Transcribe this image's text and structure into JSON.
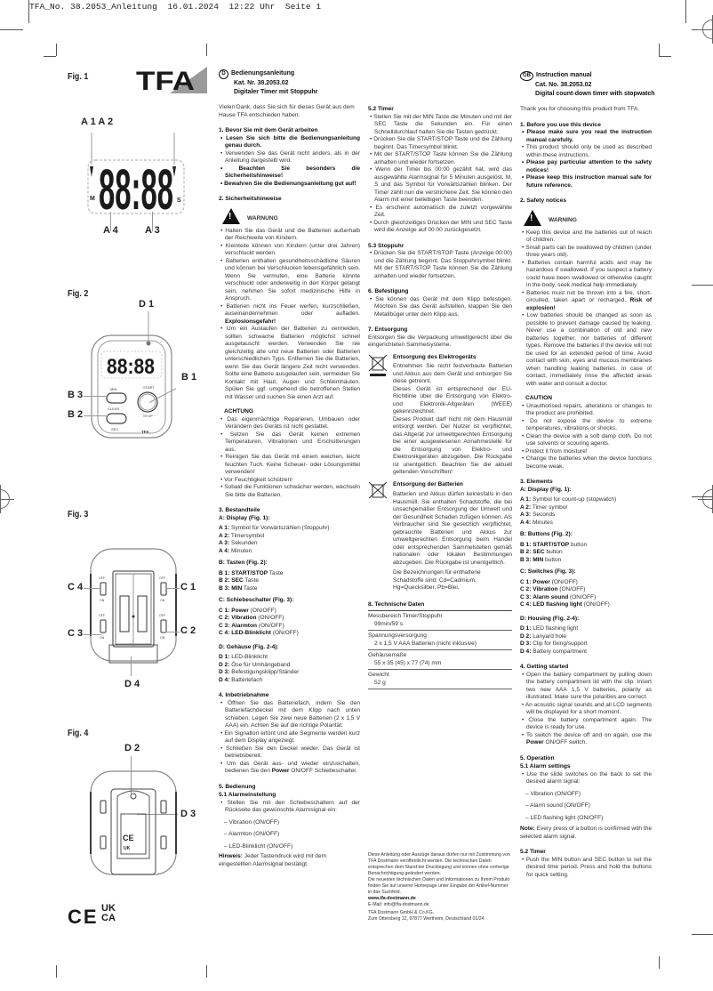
{
  "slug": "TFA_No. 38.2053_Anleitung  16.01.2024  12:22 Uhr  Seite 1",
  "figures": {
    "fig1": {
      "label": "Fig. 1",
      "display": "88:88",
      "callouts": [
        "A 1 A 2",
        "A 4",
        "A 3"
      ],
      "unit_m": "M",
      "unit_s": "S"
    },
    "fig2": {
      "label": "Fig. 2",
      "callouts": [
        "D 1",
        "B 3",
        "B 2",
        "B 1"
      ],
      "buttons": {
        "min": "MIN",
        "clear": "CLEAR",
        "sec": "SEC",
        "start": "START",
        "stop": "STOP"
      },
      "brand": "TFA"
    },
    "fig3": {
      "label": "Fig. 3",
      "callouts": [
        "C 4",
        "C 3",
        "C 1",
        "C 2",
        "D 4"
      ],
      "off": "OFF",
      "on": "ON",
      "battery": "1,5V  AAA"
    },
    "fig4": {
      "label": "Fig. 4",
      "callouts": [
        "D 2",
        "D 3"
      ]
    },
    "marks": {
      "ce": "CE",
      "ukca_top": "UK",
      "ukca_bottom": "CA"
    }
  },
  "logo": "TFA",
  "german": {
    "lang_badge": "D",
    "title": "Bedienungsanleitung",
    "cat": "Kat. Nr. 38.2053.02",
    "product": "Digitaler Timer mit Stoppuhr",
    "intro": "Vielen Dank, dass Sie sich für dieses Gerät aus dem Hause TFA entschieden haben.",
    "s1_title": "1. Bevor Sie mit dem Gerät arbeiten",
    "s1_items": [
      "Lesen Sie sich bitte die Bedienungsanleitung genau durch.",
      "Verwenden Sie das Gerät nicht anders, als in der Anleitung dargestellt wird.",
      "Beachten Sie besonders die Sicherheitshinweise!",
      "Bewahren Sie die Bedienungsanleitung gut auf!"
    ],
    "s2_title": "2. Sicherheitshinweise",
    "warning_label": "WARNUNG",
    "warning_items": [
      "Halten Sie das Gerät und die Batterien außerhalb der Reichweite von Kindern.",
      "Kleinteile können von Kindern (unter drei Jahren) verschluckt werden.",
      "Batterien enthalten gesundheitsschädliche Säuren und können bei Verschlucken lebensgefährlich sein. Wenn Sie vermuten, eine Batterie könnte verschluckt oder anderweitig in den Körper gelangt sein, nehmen Sie sofort medizinische Hilfe in Anspruch.",
      "Batterien nicht ins Feuer werfen, kurzschließen, auseinandernehmen oder aufladen.",
      "Um ein Auslaufen der Batterien zu vermeiden, sollten schwache Batterien möglichst schnell ausgetauscht werden. Verwenden Sie nie gleichzeitig alte und neue Batterien oder Batterien unterschiedlichen Typs. Entfernen Sie die Batterien, wenn Sie das Gerät längere Zeit nicht verwenden. Sollte eine Batterie ausgelaufen sein, vermeiden Sie Kontakt mit Haut, Augen und Schleimhäuten. Spülen Sie ggf. umgehend die betroffenen Stellen mit Wasser und suchen Sie einen Arzt auf."
    ],
    "explosion": "Explosionsgefahr!",
    "caution_label": "ACHTUNG",
    "caution_items": [
      "Das eigenmächtige Reparieren, Umbauen oder Verändern des Geräts ist nicht gestattet.",
      "Setzen Sie das Gerät keinen extremen Temperaturen, Vibrationen und Erschütterungen aus.",
      "Reinigen Sie das Gerät mit einem weichen, leicht feuchten Tuch. Keine Scheuer- oder Lösungsmittel verwenden!",
      "Vor Feuchtigkeit schützen!",
      "Sobald die Funktionen schwächer werden, wechseln Sie bitte die Batterien."
    ],
    "s3_title": "3. Bestandteile",
    "s3_a_title": "A: Display (Fig. 1):",
    "s3_a": [
      {
        "k": "A 1:",
        "v": "Symbol für Vorwärtszählen (Stoppuhr)"
      },
      {
        "k": "A 2:",
        "v": "Timersymbol"
      },
      {
        "k": "A 3:",
        "v": "Sekunden"
      },
      {
        "k": "A 4:",
        "v": "Minuten"
      }
    ],
    "s3_b_title": "B: Tasten (Fig. 2):",
    "s3_b": [
      {
        "k": "B 1:",
        "b": "START/STOP",
        "v": " Taste"
      },
      {
        "k": "B 2:",
        "b": "SEC",
        "v": " Taste"
      },
      {
        "k": "B 3:",
        "b": "MIN",
        "v": " Taste"
      }
    ],
    "s3_c_title": "C: Schiebeschalter (Fig. 3):",
    "s3_c": [
      {
        "k": "C 1:",
        "b": "Power",
        "v": " (ON/OFF)"
      },
      {
        "k": "C 2:",
        "b": "Vibration",
        "v": " (ON/OFF)"
      },
      {
        "k": "C 3:",
        "b": "Alarmton",
        "v": " (ON/OFF)"
      },
      {
        "k": "C 4:",
        "b": "LED-Blinklicht",
        "v": " (ON/OFF)"
      }
    ],
    "s3_d_title": "D: Gehäuse (Fig. 2-4):",
    "s3_d": [
      {
        "k": "D 1:",
        "v": "LED-Blinklicht"
      },
      {
        "k": "D 2:",
        "v": "Öse für Umhängeband"
      },
      {
        "k": "D 3:",
        "v": "Befestigungsklipp/Ständer"
      },
      {
        "k": "D 4:",
        "v": "Batteriefach"
      }
    ],
    "s4_title": "4. Inbetriebnahme",
    "s4_items": [
      "Öffnen Sie das Batteriefach, indem Sie den Batteriefachdeckel mit dem Klipp nach unten schieben. Legen Sie zwei neue Batterien (2 x 1,5 V AAA) ein. Achten Sie auf die richtige Polarität.",
      "Ein Signalton ertönt und alle Segmente werden kurz auf dem Display angezeigt.",
      "Schließen Sie den Deckel wieder. Das Gerät ist betriebsbereit."
    ],
    "s4_last_pre": "Um das Gerät aus- und wieder einzuschalten, bedienen Sie den ",
    "s4_last_bold": "Power",
    "s4_last_post": " ON/OFF Schiebeschalter.",
    "s5_title": "5. Bedienung",
    "s51_title": "5.1 Alarmeinstellung",
    "s51_intro": "Stellen Sie mit den Schiebeschaltern auf der Rückseite das gewünschte Alarmsignal ein:",
    "s51_opts": [
      "– Vibration (ON/OFF)",
      "– Alarmton (ON/OFF)",
      "– LED-Blinklicht (ON/OFF)"
    ],
    "hint_label": "Hinweis:",
    "hint_text": " Jeder Tastendruck wird mit dem eingestellten Alarmsignal bestätigt.",
    "s52_title": "5.2 Timer",
    "s52_items": [
      "Stellen Sie mit der MIN Taste die Minuten und mit der SEC Taste die Sekunden ein. Für einen Schnelldurchlauf halten Sie die Tasten gedrückt.",
      "Drücken Sie die START/STOP Taste und die Zählung beginnt. Das Timersymbol blinkt.",
      "Mit der START/STOP Taste können Sie die Zählung anhalten und wieder fortsetzen.",
      "Wenn der Timer bis 00:00 gezählt hat, wird das ausgewählte Alarmsignal für 5 Minuten ausgelöst. M, S und das Symbol für Vorwärtszählen blinken. Der Timer zählt nun die verstrichene Zeit. Sie können den Alarm mit einer beliebigen Taste beenden.",
      "Es erscheint automatisch die zuletzt vorgewählte Zeit.",
      "Durch gleichzeitiges Drücken der MIN und SEC Taste wird die Anzeige auf 00:00 zurückgesetzt."
    ],
    "s53_title": "5.3 Stoppuhr",
    "s53_items": [
      "Drücken Sie die START/STOP Taste (Anzeige 00:00) und die Zählung beginnt. Das Stoppuhrsymbol blinkt. Mit der START/STOP Taste können Sie die Zählung anhalten und wieder fortsetzen."
    ],
    "s6_title": "6. Befestigung",
    "s6_items": [
      "Sie können das Gerät mit dem Klipp befestigen. Möchten Sie das Gerät aufstellen, klappen Sie den Metallbügel unter dem Klipp aus."
    ],
    "s7_title": "7. Entsorgung",
    "s7_intro": "Entsorgen Sie die Verpackung umweltgerecht über die eingerichteten Sammelsysteme.",
    "s7_elec_title": "Entsorgung des Elektrogeräts",
    "s7_elec_text": [
      "Entnehmen Sie nicht festverbaute Batterien und Akkus aus dem Gerät und entsorgen Sie diese getrennt.",
      "Dieses Gerät ist entsprechend der EU-Richtlinie über die Entsorgung von Elektro- und Elektronik-Altgeräten (WEEE) gekennzeichnet.",
      "Dieses Produkt darf nicht mit dem Hausmüll entsorgt werden. Der Nutzer ist verpflichtet, das Altgerät zur umweltgerechten Entsorgung bei einer ausgewiesenen Annahmestelle für die Entsorgung von Elektro- und Elektronikgeräten abzugeben. Die Rückgabe ist unentgeltlich. Beachten Sie die aktuell geltenden Vorschriften!"
    ],
    "s7_batt_title": "Entsorgung der Batterien",
    "s7_batt_text": [
      "Batterien und Akkus dürfen keinesfalls in den Hausmüll. Sie enthalten Schadstoffe, die bei unsachgemäßer Entsorgung der Umwelt und der Gesundheit Schaden zufügen können. Als Verbraucher sind Sie gesetzlich verpflichtet, gebrauchte Batterien und Akkus zur umweltgerechten Entsorgung beim Handel oder entsprechenden Sammelstellen gemäß nationalen oder lokalen Bestimmungen abzugeben. Die Rückgabe ist unentgeltlich.",
      "Die Bezeichnungen für enthaltene Schadstoffe sind: Cd=Cadmium, Hg=Quecksilber, Pb=Blei."
    ],
    "s8_title": "8. Technische Daten",
    "s8_rows": [
      {
        "k": "Messbereich Timer/Stoppuhr",
        "v": "99min/59 s"
      },
      {
        "k": "Spannungsversorgung",
        "v": "2 x 1,5 V AAA Batterien (nicht inklusive)"
      },
      {
        "k": "Gehäusemaße",
        "v": "55 x 35 (45) x 77 (74) mm"
      },
      {
        "k": "Gewicht",
        "v": "52 g"
      }
    ],
    "imprint": [
      "Diese Anleitung oder Auszüge daraus dürfen nur mit Zustimmung von TFA Dostmann veröffentlicht werden. Die technischen Daten entsprechen dem Stand bei Drucklegung und können ohne vorherige Benachrichtigung geändert werden.",
      "Die neuesten technischen Daten und Informationen zu Ihrem Produkt finden Sie auf unserer Homepage unter Eingabe der Artikel-Nummer in das Suchfeld."
    ],
    "web": "www.tfa-dostmann.de",
    "email": "E-Mail: info@tfa-dostmann.de",
    "company": "TFA Dostmann GmbH & Co.KG,",
    "address": "Zum Ottersberg 12, 97877 Wertheim, Deutschland 01/24"
  },
  "english": {
    "lang_badge": "GB",
    "title": "Instruction manual",
    "cat": "Cat. No. 38.2053.02",
    "product": "Digital count-down timer with stopwatch",
    "intro": "Thank you for choosing this product from TFA.",
    "s1_title": "1. Before you use this device",
    "s1_items": [
      "Please make sure you read the instruction manual carefully.",
      "This product should only be used as described within these instructions.",
      "Please pay particular attention to the safety notices!",
      "Please keep this instruction manual safe for future reference."
    ],
    "s2_title": "2. Safety notices",
    "warning_label": "WARNING",
    "warning_items": [
      "Keep this device and the batteries out of reach of children.",
      "Small parts can be swallowed by children (under three years old).",
      "Batteries contain harmful acids and may be hazardous if swallowed. If you suspect a battery could have been swallowed or otherwise caught in the body, seek medical help immediately.",
      "Batteries must not be thrown into a fire, short-circuited, taken apart or recharged.",
      "Low batteries should be changed as soon as possible to prevent damage caused by leaking. Never use a combination of old and new batteries together, nor batteries of different types. Remove the batteries if the device will not be used for an extended period of time. Avoid contact with skin, eyes and mucous membranes when handling leaking batteries. In case of contact, immediately rinse the affected areas with water and consult a doctor."
    ],
    "explosion": "Risk of explosion!",
    "caution_label": "CAUTION",
    "caution_items": [
      "Unauthorised repairs, alterations or changes to the product are prohibited.",
      "Do not expose the device to extreme temperatures, vibrations or shocks.",
      "Clean the device with a soft damp cloth. Do not use solvents or scouring agents.",
      "Protect it from moisture!",
      "Change the batteries when the device functions become weak."
    ],
    "s3_title": "3. Elements",
    "s3_a_title": "A: Display (Fig. 1):",
    "s3_a": [
      {
        "k": "A 1:",
        "v": "Symbol for count-up (stopwatch)"
      },
      {
        "k": "A 2:",
        "v": "Timer symbol"
      },
      {
        "k": "A 3:",
        "v": "Seconds"
      },
      {
        "k": "A 4:",
        "v": "Minutes"
      }
    ],
    "s3_b_title": "B: Buttons (Fig. 2):",
    "s3_b": [
      {
        "k": "B 1:",
        "b": "START/STOP",
        "v": " button"
      },
      {
        "k": "B 2:",
        "b": "SEC",
        "v": " button"
      },
      {
        "k": "B 3:",
        "b": "MIN",
        "v": " button"
      }
    ],
    "s3_c_title": "C: Switches (Fig. 3):",
    "s3_c": [
      {
        "k": "C 1:",
        "b": "Power",
        "v": " (ON/OFF)"
      },
      {
        "k": "C 2:",
        "b": "Vibration",
        "v": " (ON/OFF)"
      },
      {
        "k": "C 3:",
        "b": "Alarm sound",
        "v": " (ON/OFF)"
      },
      {
        "k": "C 4:",
        "b": "LED flashing light",
        "v": " (ON/OFF)"
      }
    ],
    "s3_d_title": "D: Housing (Fig. 2-4):",
    "s3_d": [
      {
        "k": "D 1:",
        "v": "LED flashing light"
      },
      {
        "k": "D 2:",
        "v": "Lanyard hole"
      },
      {
        "k": "D 3:",
        "v": "Clip for fixing/support"
      },
      {
        "k": "D 4:",
        "v": "Battery compartment"
      }
    ],
    "s4_title": "4. Getting started",
    "s4_items": [
      "Open the battery compartment by pulling down the battery compartment lid with the clip. Insert two new AAA 1,5 V batteries, polarity as illustrated. Make sure the polarities are correct.",
      "An acoustic signal sounds and all LCD segments will be displayed for a short moment.",
      "Close the battery compartment again. The device is ready for use."
    ],
    "s4_last_pre": "To switch the device off and on again, use the ",
    "s4_last_bold": "Power",
    "s4_last_post": " ON/OFF switch.",
    "s5_title": "5. Operation",
    "s51_title": "5.1 Alarm settings",
    "s51_intro": "Use the slide switches on the back to set the desired alarm signal:",
    "s51_opts": [
      "– Vibration (ON/OFF)",
      "– Alarm sound (ON/OFF)",
      "– LED flashing light (ON/OFF)"
    ],
    "hint_label": "Note:",
    "hint_text": " Every press of a button is confirmed with the selected alarm signal.",
    "s52_title": "5.2 Timer",
    "s52_items": [
      "Push the MIN button and SEC button to set the desired time period. Press and hold the buttons for quick setting."
    ]
  }
}
